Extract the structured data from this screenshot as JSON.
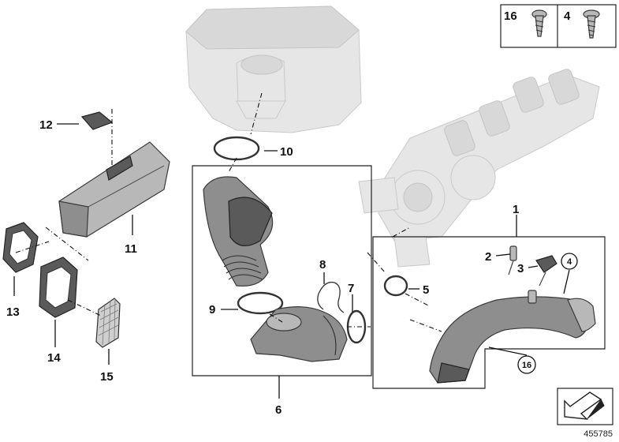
{
  "diagram": {
    "callouts": [
      "1",
      "2",
      "3",
      "5",
      "6",
      "7",
      "8",
      "9",
      "10",
      "11",
      "12",
      "13",
      "14",
      "15"
    ],
    "circled_refs": [
      "4",
      "16"
    ],
    "hardware_box": {
      "left_number": "16",
      "right_number": "4"
    },
    "diagram_id": "455785"
  }
}
